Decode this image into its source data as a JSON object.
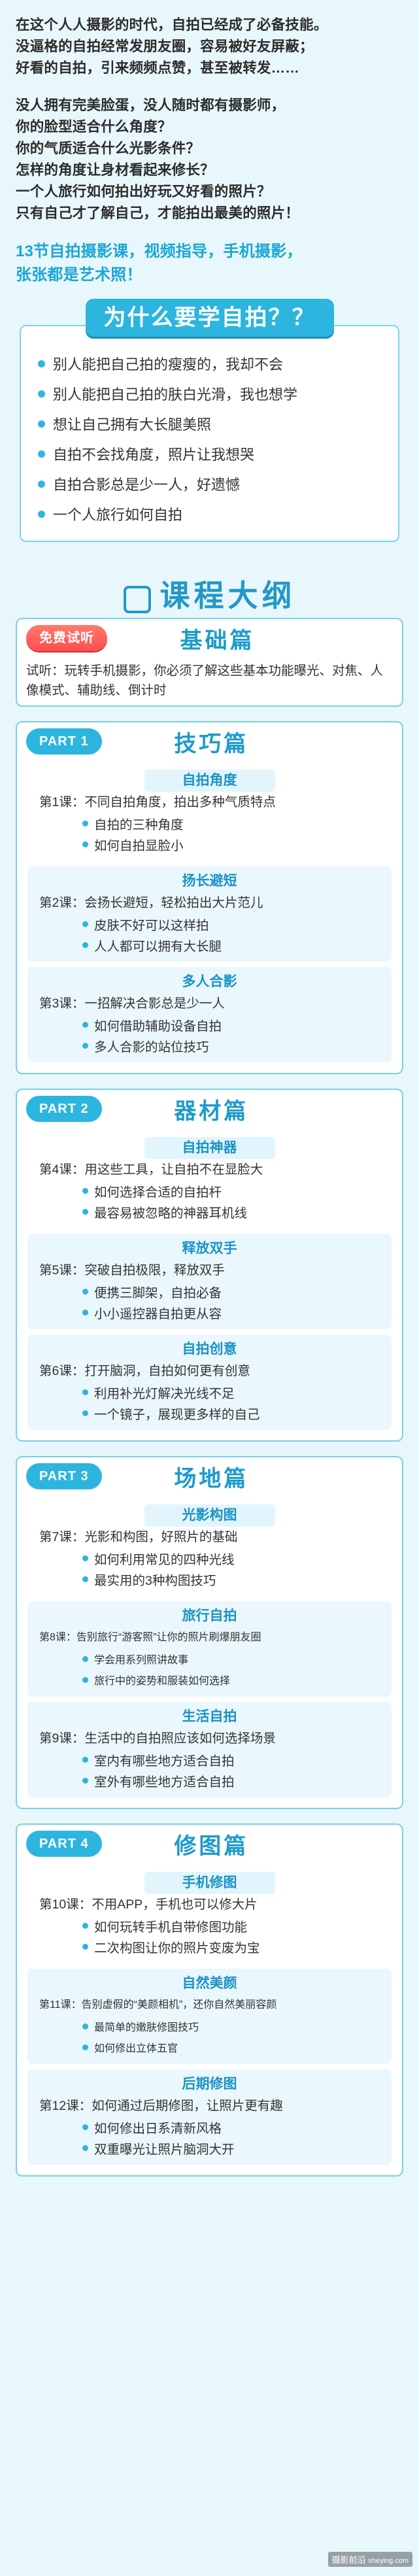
{
  "intro": {
    "lines1": [
      "在这个人人摄影的时代，自拍已经成了必备技能。",
      "没逼格的自拍经常发朋友圈，容易被好友屏蔽；",
      "好看的自拍，引来频频点赞，甚至被转发……"
    ],
    "lines2": [
      "没人拥有完美脸蛋，没人随时都有摄影师，",
      "你的脸型适合什么角度？",
      "你的气质适合什么光影条件？",
      "怎样的角度让身材看起来修长？",
      "一个人旅行如何拍出好玩又好看的照片？",
      "只有自己才了解自己，才能拍出最美的照片！"
    ],
    "blue_lines": [
      "13节自拍摄影课，视频指导，手机摄影，",
      "张张都是艺术照！"
    ]
  },
  "why": {
    "title": "为什么要学自拍？？",
    "items": [
      "别人能把自己拍的瘦瘦的，我却不会",
      "别人能把自己拍的肤白光滑，我也想学",
      "想让自己拥有大长腿美照",
      "自拍不会找角度，照片让我想哭",
      "自拍合影总是少一人，好遗憾",
      "一个人旅行如何自拍"
    ]
  },
  "outline_title": "课程大纲",
  "free": {
    "tag": "免费试听",
    "title": "基础篇",
    "text": "试听：玩转手机摄影，你必须了解这些基本功能曝光、对焦、人像模式、辅助线、倒计时"
  },
  "part1": {
    "tag": "PART 1",
    "title": "技巧篇",
    "blocks": [
      {
        "title": "自拍角度",
        "lesson": "第1课：不同自拍角度，拍出多种气质特点",
        "bullets": [
          "自拍的三种角度",
          "如何自拍显脸小"
        ]
      },
      {
        "title": "扬长避短",
        "lesson": "第2课：会扬长避短，轻松拍出大片范儿",
        "bullets": [
          "皮肤不好可以这样拍",
          "人人都可以拥有大长腿"
        ]
      },
      {
        "title": "多人合影",
        "lesson": "第3课：一招解决合影总是少一人",
        "bullets": [
          "如何借助辅助设备自拍",
          "多人合影的站位技巧"
        ]
      }
    ]
  },
  "part2": {
    "tag": "PART 2",
    "title": "器材篇",
    "blocks": [
      {
        "title": "自拍神器",
        "lesson": "第4课：用这些工具，让自拍不在显脸大",
        "bullets": [
          "如何选择合适的自拍杆",
          "最容易被忽略的神器耳机线"
        ]
      },
      {
        "title": "释放双手",
        "lesson": "第5课：突破自拍极限，释放双手",
        "bullets": [
          "便携三脚架，自拍必备",
          "小小遥控器自拍更从容"
        ]
      },
      {
        "title": "自拍创意",
        "lesson": "第6课：打开脑洞，自拍如何更有创意",
        "bullets": [
          "利用补光灯解决光线不足",
          "一个镜子，展现更多样的自己"
        ]
      }
    ]
  },
  "part3": {
    "tag": "PART 3",
    "title": "场地篇",
    "blocks": [
      {
        "title": "光影构图",
        "lesson": "第7课：光影和构图，好照片的基础",
        "bullets": [
          "如何利用常见的四种光线",
          "最实用的3种构图技巧"
        ]
      },
      {
        "title": "旅行自拍",
        "lesson": "第8课：告别旅行“游客照”让你的照片刷爆朋友圈",
        "bullets": [
          "学会用系列照讲故事",
          "旅行中的姿势和服装如何选择"
        ]
      },
      {
        "title": "生活自拍",
        "lesson": "第9课：生活中的自拍照应该如何选择场景",
        "bullets": [
          "室内有哪些地方适合自拍",
          "室外有哪些地方适合自拍"
        ]
      }
    ]
  },
  "part4": {
    "tag": "PART 4",
    "title": "修图篇",
    "blocks": [
      {
        "title": "手机修图",
        "lesson": "第10课：不用APP，手机也可以修大片",
        "bullets": [
          "如何玩转手机自带修图功能",
          "二次构图让你的照片变废为宝"
        ]
      },
      {
        "title": "自然美颜",
        "lesson": "第11课：告别虚假的“美颜相机”，还你自然美丽容颜",
        "bullets": [
          "最简单的嫩肤修图技巧",
          "如何修出立体五官"
        ]
      },
      {
        "title": "后期修图",
        "lesson": "第12课：如何通过后期修图，让照片更有趣",
        "bullets": [
          "如何修出日系清新风格",
          "双重曝光让照片脑洞大开"
        ]
      }
    ]
  },
  "watermark": {
    "name": "摄影前沿",
    "site": "sheying.com"
  }
}
